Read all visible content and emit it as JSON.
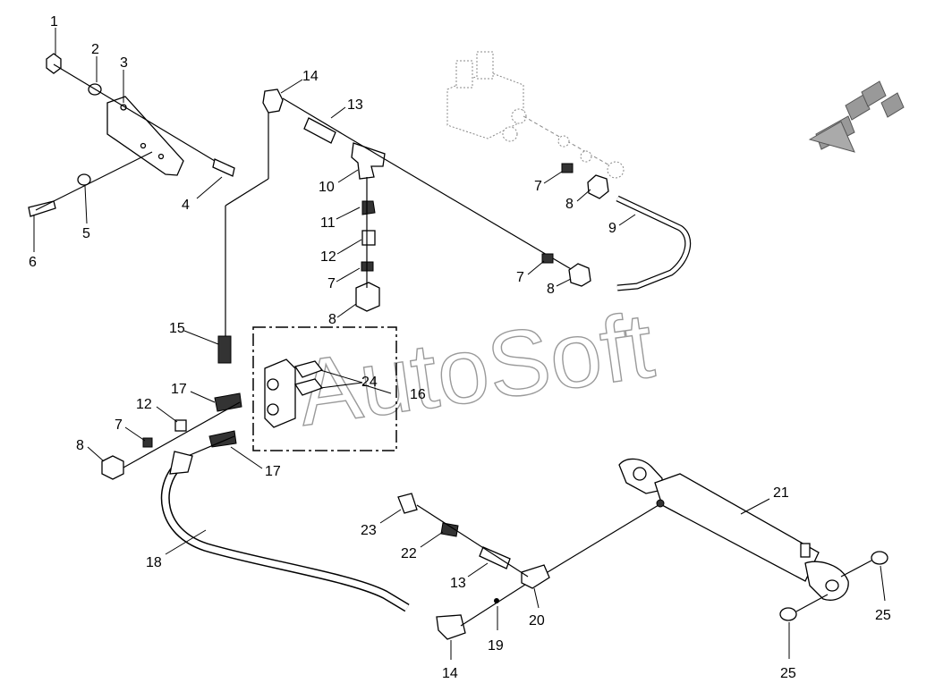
{
  "watermark": "AutoSoft",
  "callouts": {
    "c1": "1",
    "c2": "2",
    "c3": "3",
    "c4": "4",
    "c5": "5",
    "c6": "6",
    "c7a": "7",
    "c7b": "7",
    "c7c": "7",
    "c7d": "7",
    "c8a": "8",
    "c8b": "8",
    "c8c": "8",
    "c8d": "8",
    "c9": "9",
    "c10": "10",
    "c11": "11",
    "c12a": "12",
    "c12b": "12",
    "c13a": "13",
    "c13b": "13",
    "c14a": "14",
    "c14b": "14",
    "c15": "15",
    "c16": "16",
    "c17a": "17",
    "c17b": "17",
    "c18": "18",
    "c19": "19",
    "c20": "20",
    "c21": "21",
    "c22": "22",
    "c23": "23",
    "c24": "24",
    "c25a": "25",
    "c25b": "25"
  },
  "icons": {
    "direction_arrow": "front-direction-arrow-icon"
  }
}
